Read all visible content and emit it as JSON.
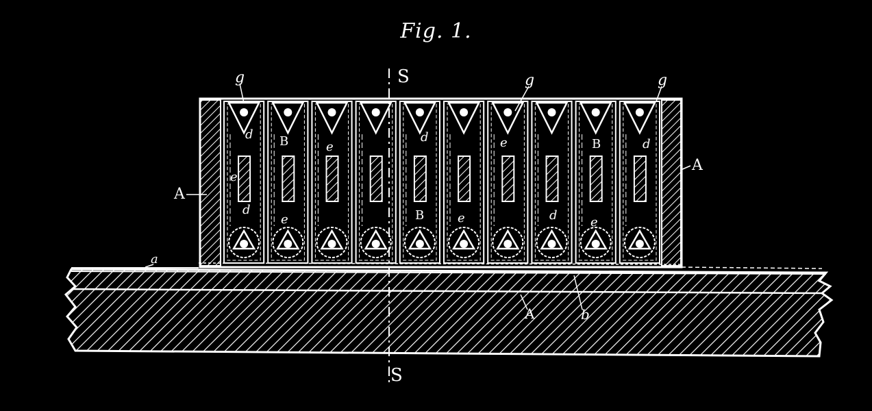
{
  "figure": {
    "title": "Fig. 1.",
    "labels": {
      "section_top": "S",
      "section_bottom": "S",
      "g": "g",
      "A": "A",
      "B": "B",
      "d": "d",
      "e": "e",
      "a": "a",
      "b": "b"
    },
    "colors": {
      "background": "#000000",
      "ink": "#ffffff"
    },
    "cell_count": 10
  }
}
